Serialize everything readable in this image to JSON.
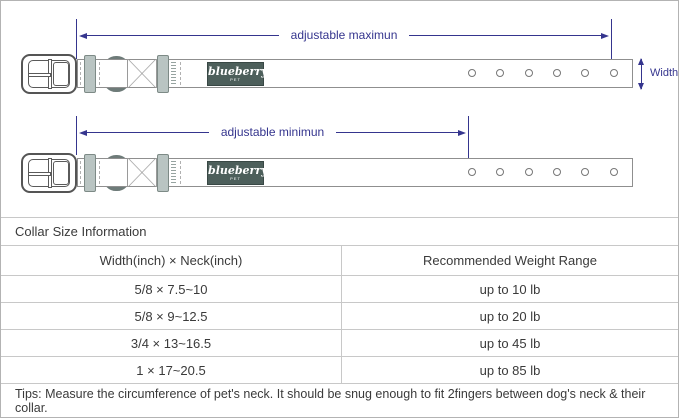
{
  "colors": {
    "accent": "#35358e",
    "brand_bg": "#4d5f5b",
    "keeper": "#b9c4c2",
    "table_line": "#c8c8c8"
  },
  "diagram": {
    "top_collar": {
      "dimension_label": "adjustable maximun",
      "brand": "blueberry",
      "brand_sub": "PET",
      "width_label": "Width"
    },
    "bottom_collar": {
      "dimension_label": "adjustable minimun",
      "brand": "blueberry",
      "brand_sub": "PET"
    }
  },
  "size_table": {
    "title": "Collar Size Information",
    "columns": [
      "Width(inch) × Neck(inch)",
      "Recommended Weight Range"
    ],
    "rows": [
      {
        "size": "5/8 × 7.5~10",
        "weight": "up to 10 lb"
      },
      {
        "size": "5/8 × 9~12.5",
        "weight": "up to 20 lb"
      },
      {
        "size": "3/4 × 13~16.5",
        "weight": "up to 45 lb"
      },
      {
        "size": "1 × 17~20.5",
        "weight": "up to 85 lb"
      }
    ],
    "tips": "Tips: Measure the circumference of pet's neck. It should be snug enough to fit 2fingers between dog's neck & their collar."
  }
}
